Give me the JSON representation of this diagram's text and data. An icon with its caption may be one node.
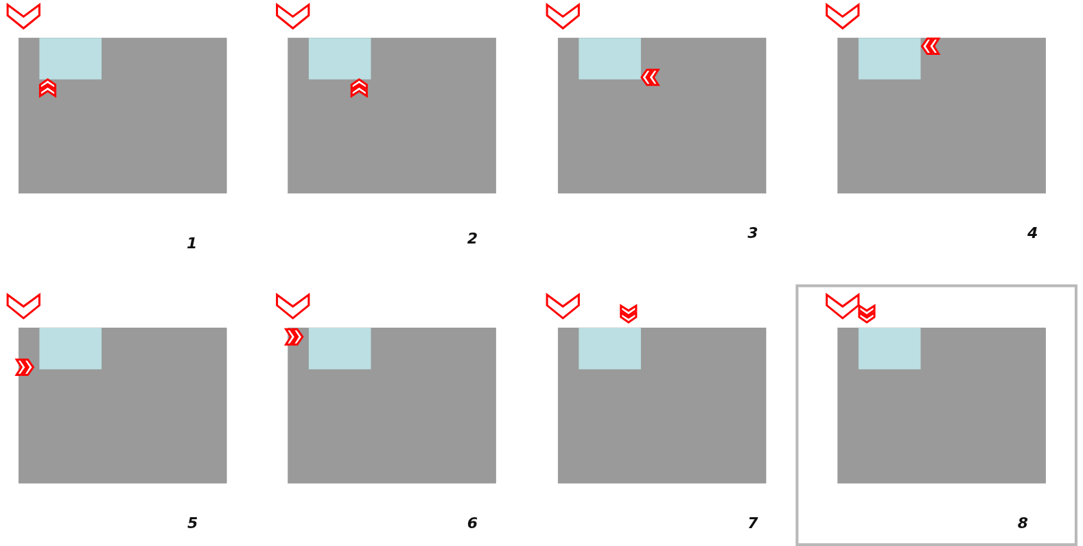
{
  "diagram": {
    "labels": [
      "1",
      "2",
      "3",
      "4",
      "5",
      "6",
      "7",
      "8"
    ]
  }
}
